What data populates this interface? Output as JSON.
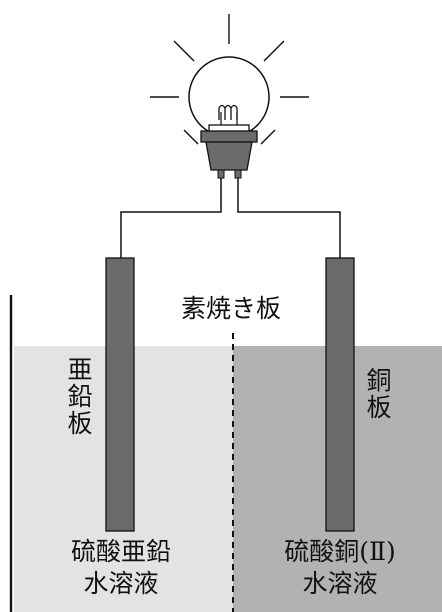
{
  "labels": {
    "partition": "素焼き板",
    "zinc_plate": [
      "亜",
      "鉛",
      "板"
    ],
    "copper_plate": [
      "銅",
      "板"
    ],
    "zinc_solution": [
      "硫酸亜鉛",
      "水溶液"
    ],
    "copper_solution": [
      "硫酸銅(Ⅱ)",
      "水溶液"
    ]
  },
  "colors": {
    "zinc_solution_fill": "#e3e3e3",
    "copper_solution_fill": "#b2b2b2",
    "electrode_fill": "#6b6b6b",
    "line": "#111111"
  }
}
